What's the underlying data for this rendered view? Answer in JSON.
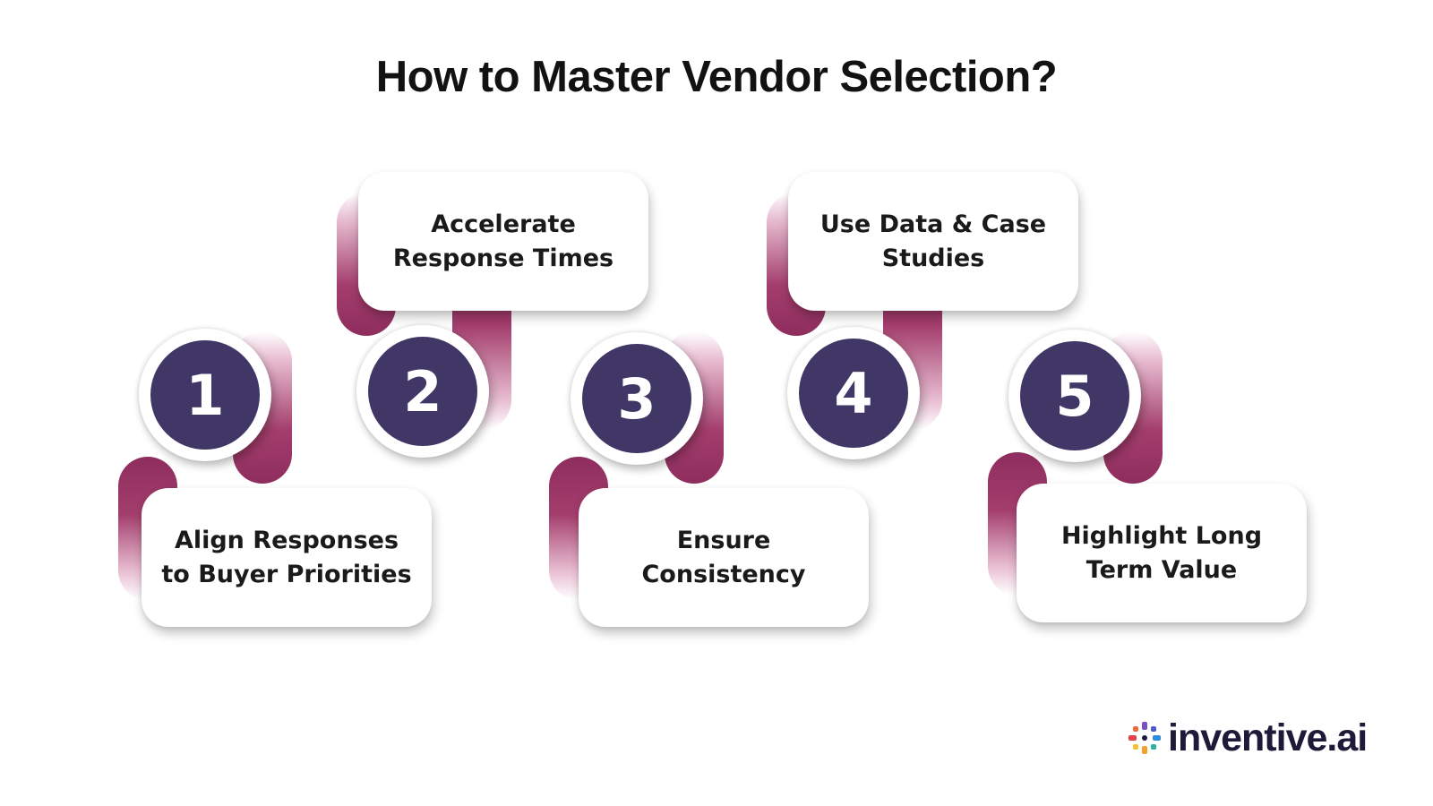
{
  "title": "How to Master Vendor Selection?",
  "steps": [
    {
      "number": "1",
      "label": "Align Responses to Buyer Priorities"
    },
    {
      "number": "2",
      "label": "Accelerate Response Times"
    },
    {
      "number": "3",
      "label": "Ensure Consistency"
    },
    {
      "number": "4",
      "label": "Use Data & Case Studies"
    },
    {
      "number": "5",
      "label": "Highlight Long Term Value"
    }
  ],
  "brand": {
    "name": "inventive.ai",
    "logo_icon": "pinwheel-icon"
  },
  "colors": {
    "number_circle": "#413766",
    "connector": "#8e2e5e",
    "title_text": "#121212",
    "card_text": "#1a1a1a"
  }
}
